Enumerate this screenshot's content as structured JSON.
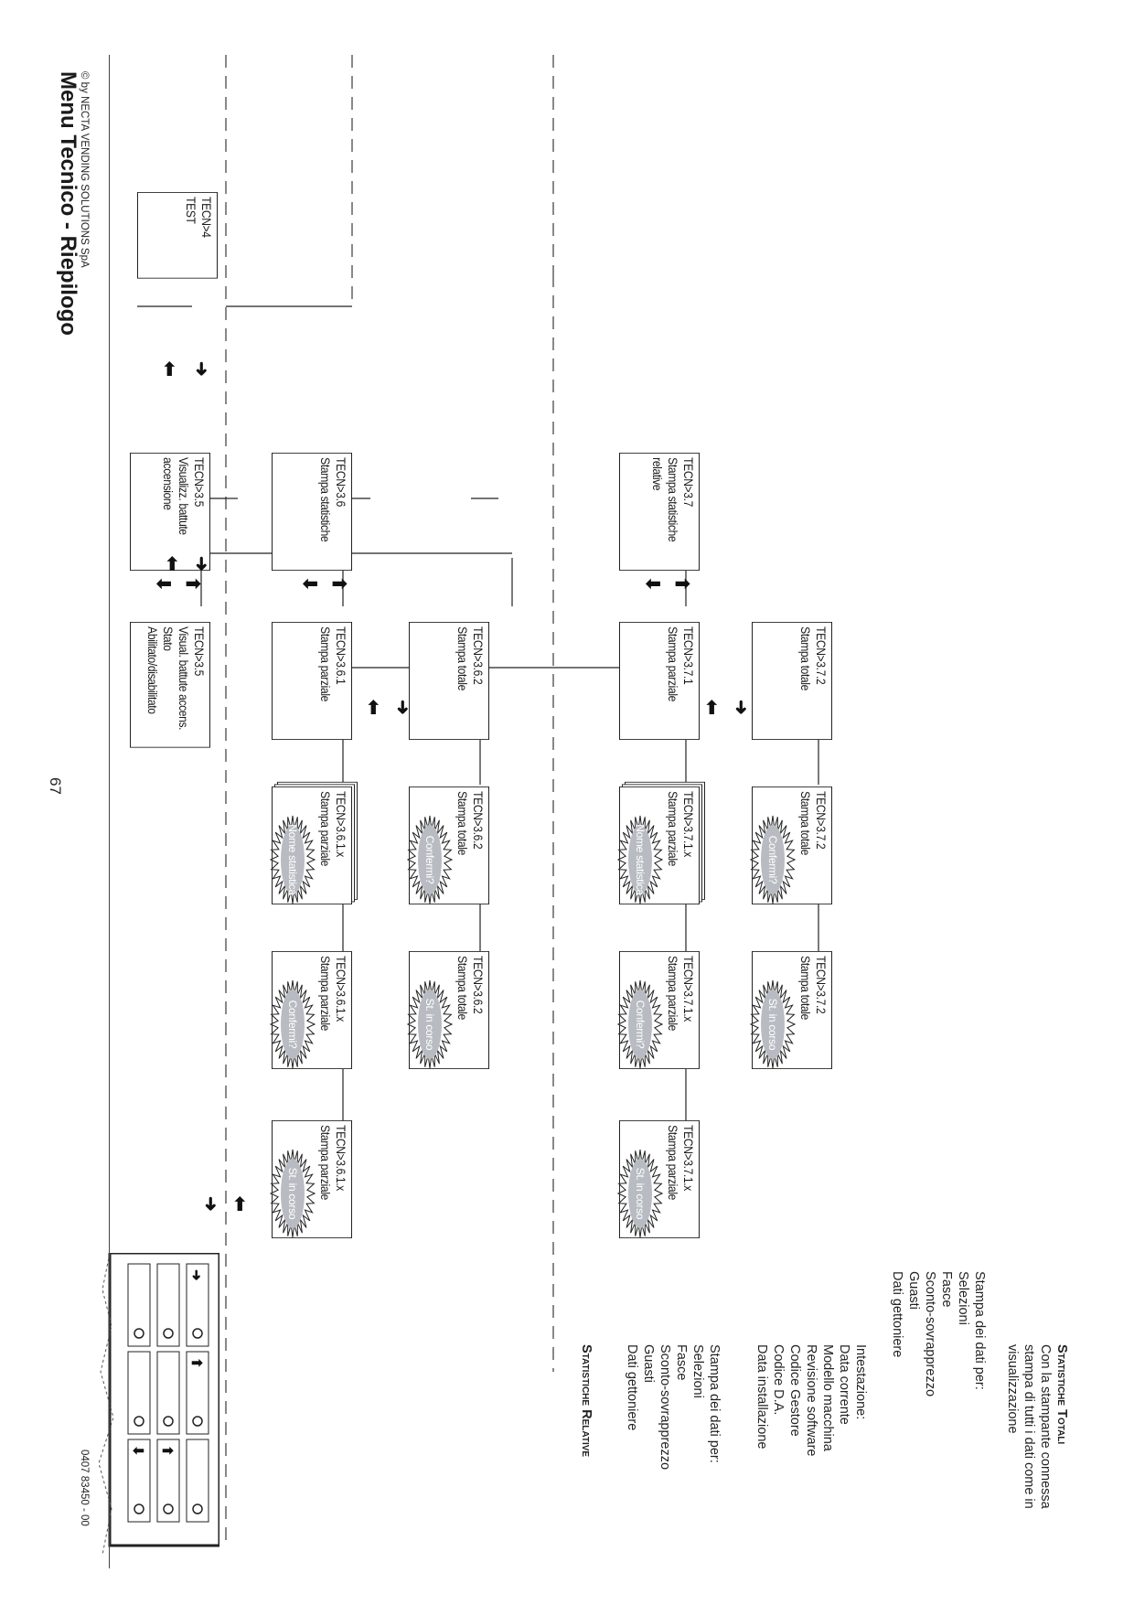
{
  "page": {
    "title": "Menu  Tecnico - Riepilogo",
    "footer_left": "© by NECTA VENDING SOLUTIONS SpA",
    "footer_right": "0407 83450 - 00",
    "page_number": "67"
  },
  "boxes": {
    "tecn4": [
      "TECN>4",
      "TEST"
    ],
    "tecn35": [
      "TECN>3.5",
      "Visualizz. battute",
      "accensione"
    ],
    "tecn35b": [
      "TECN>3.5",
      "Visual. battute accens.",
      "Stato",
      "Abilitato/disabilitato"
    ],
    "tecn36": [
      "TECN>3.6",
      "Stampa statistiche"
    ],
    "tecn361": [
      "TECN>3.6.1",
      "Stampa parziale"
    ],
    "tecn362": [
      "TECN>3.6.2",
      "Stampa totale"
    ],
    "tecn361x_a": [
      "TECN>3.6.1.x",
      "Stampa parziale"
    ],
    "tecn361x_b": [
      "TECN>3.6.1.x",
      "Stampa parziale"
    ],
    "tecn361x_c": [
      "TECN>3.6.1.x",
      "Stampa parziale"
    ],
    "tecn362_a": [
      "TECN>3.6.2",
      "Stampa totale"
    ],
    "tecn362_b": [
      "TECN>3.6.2",
      "Stampa totale"
    ],
    "tecn37": [
      "TECN>3.7",
      "Stampa statistiche",
      "relative"
    ],
    "tecn371": [
      "TECN>3.7.1",
      "Stampa parziale"
    ],
    "tecn372": [
      "TECN>3.7.2",
      "Stampa totale"
    ],
    "tecn371x_a": [
      "TECN>3.7.1.x",
      "Stampa parziale"
    ],
    "tecn371x_b": [
      "TECN>3.7.1.x",
      "Stampa parziale"
    ],
    "tecn371x_c": [
      "TECN>3.7.1.x",
      "Stampa parziale"
    ],
    "tecn372_a": [
      "TECN>3.7.2",
      "Stampa totale"
    ],
    "tecn372_b": [
      "TECN>3.7.2",
      "Stampa totale"
    ]
  },
  "bursts": {
    "nome_statistica": "Nome statistica",
    "confermi": "Confermi?",
    "in_corso": "St. in corso"
  },
  "notes": {
    "totali_heading": "Statistiche Totali",
    "totali_desc": [
      "Con la stampante connessa",
      "stampa di tutti i dati come in",
      "visualizzazione"
    ],
    "totali_list": [
      "Stampa dei dati per:",
      "Selezioni",
      "Fasce",
      "Sconto-sovrapprezzo",
      "Guasti",
      "Dati gettoniere"
    ],
    "intestazione": [
      "Intestazione:",
      "Data  corrente",
      "Modello macchina",
      "Revisione software",
      "Codice Gestore",
      "Codice D.A.",
      "Data installazione"
    ],
    "relative_list": [
      "Stampa dei dati per:",
      "Selezioni",
      "Fasce",
      "Sconto-sovrapprezzo",
      "Guasti",
      "Dati gettoniere"
    ],
    "relative_heading": "Statistiche Relative"
  },
  "colors": {
    "burst_fill": "#b8bcc2",
    "line": "#222222"
  }
}
